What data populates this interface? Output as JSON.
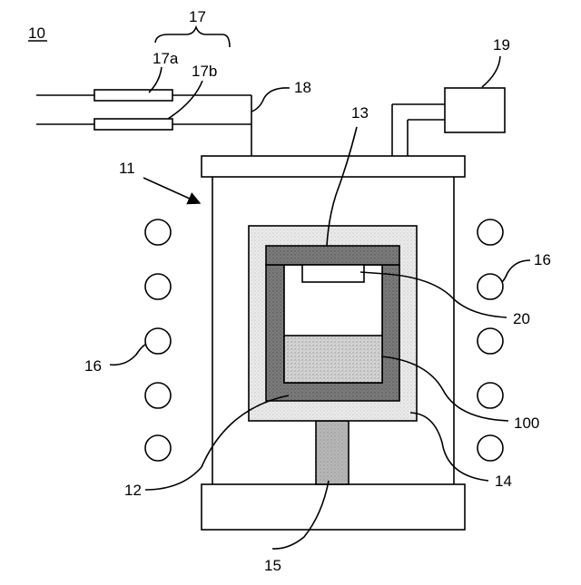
{
  "figure": {
    "device_label": "10",
    "labels": {
      "gas_system": "17",
      "gas_line_a": "17a",
      "gas_line_b": "17b",
      "gas_pipe": "18",
      "exhaust_unit": "19",
      "chamber": "11",
      "lid": "13",
      "coil_right": "16",
      "coil_left": "16",
      "seed": "20",
      "source_material": "100",
      "crucible": "12",
      "insulation": "14",
      "support_rod": "15"
    }
  },
  "colors": {
    "line": "#000000",
    "crucible_fill": "#7a7a7a",
    "insulation_fill": "#e6e6e6",
    "source_fill": "#d4d4d4",
    "rod_fill": "#b4b4b4"
  }
}
